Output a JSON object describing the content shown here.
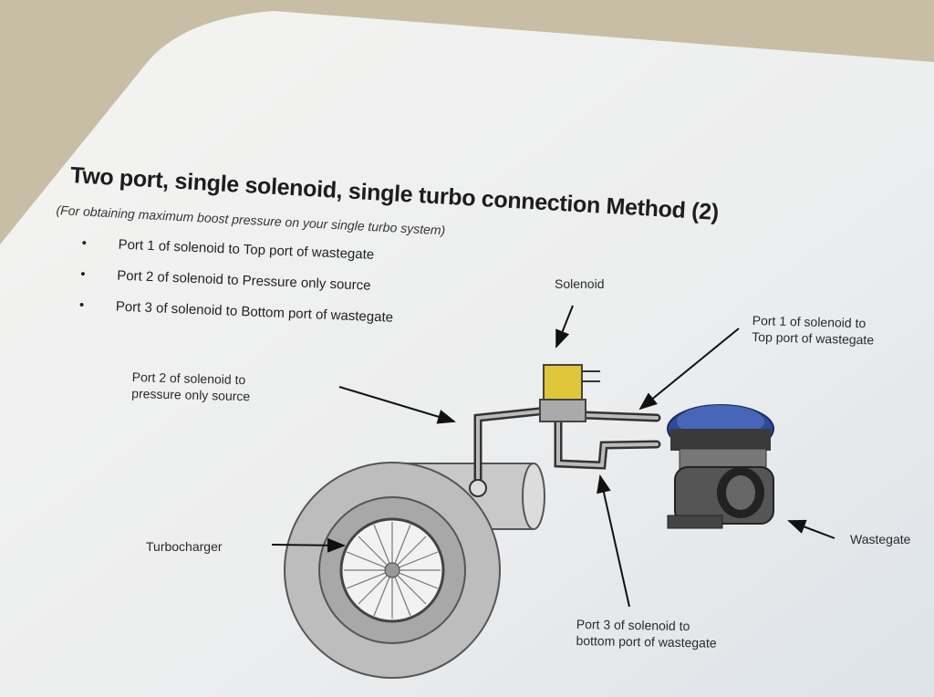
{
  "document": {
    "title": "Two port, single solenoid, single turbo connection Method (2)",
    "subtitle": "(For obtaining maximum boost pressure on your single turbo system)",
    "bullets": [
      "Port 1 of solenoid to Top port of wastegate",
      "Port 2 of solenoid to Pressure only source",
      "Port 3 of solenoid to Bottom port of wastegate"
    ]
  },
  "diagram": {
    "labels": {
      "solenoid": "Solenoid",
      "port1_line1": "Port 1 of solenoid to",
      "port1_line2": "Top port of wastegate",
      "port2_line1": "Port 2 of solenoid to",
      "port2_line2": "pressure only source",
      "turbocharger": "Turbocharger",
      "wastegate": "Wastegate",
      "port3_line1": "Port 3 of solenoid to",
      "port3_line2": "bottom port of wastegate"
    },
    "colors": {
      "solenoid": "#e0c63a",
      "wastegate_cap": "#2e4a9a",
      "paper": "#eeeff0",
      "background": "#c8bea6"
    }
  }
}
